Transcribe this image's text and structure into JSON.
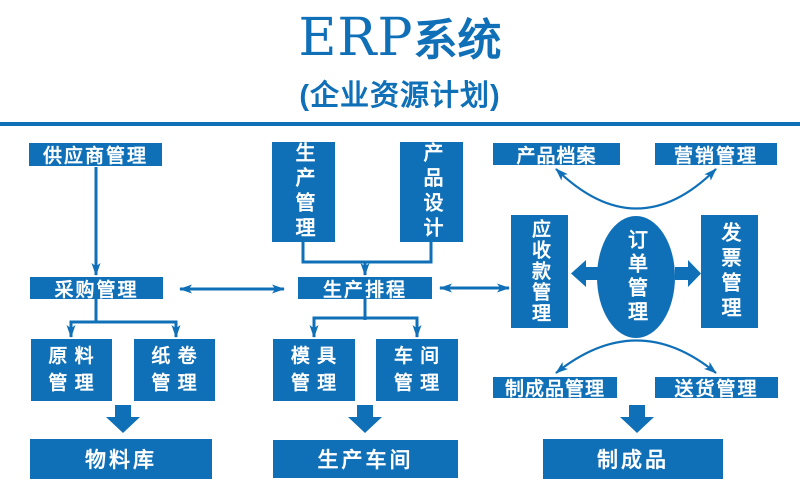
{
  "title": {
    "latin": "ERP",
    "cjk": "系统",
    "subtitle": "(企业资源计划)"
  },
  "colors": {
    "primary": "#0f70b8",
    "text_on_primary": "#ffffff",
    "background": "#ffffff"
  },
  "nodes": {
    "supplier": "供应商管理",
    "purchasing": "采购管理",
    "raw_material": "原 料\n管 理",
    "paper_roll": "纸 卷\n管 理",
    "material_warehouse": "物料库",
    "production_management": "生产管理",
    "product_design": "产品设计",
    "production_scheduling": "生产排程",
    "mold_management": "模 具\n管 理",
    "workshop_management": "车 间\n管 理",
    "production_workshop": "生产车间",
    "product_archive": "产品档案",
    "marketing_management": "营销管理",
    "accounts_receivable": "应收款管理",
    "order_management": "订单管理",
    "invoice_management": "发票管理",
    "finished_product_management": "制成品管理",
    "delivery_management": "送货管理",
    "finished_product": "制成品"
  }
}
